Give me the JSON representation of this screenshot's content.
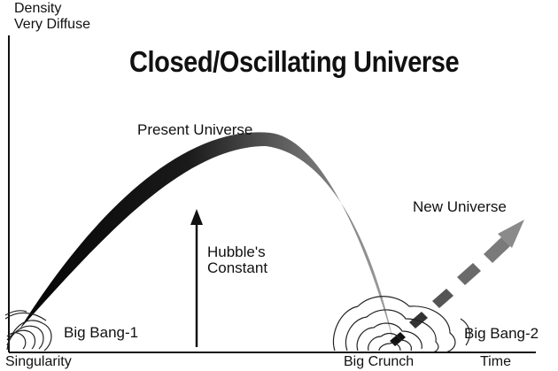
{
  "title": "Closed/Oscillating Universe",
  "axis": {
    "y_label_line1": "Density",
    "y_label_line2": "Very Diffuse",
    "x_label": "Time"
  },
  "labels": {
    "present_universe": "Present Universe",
    "hubbles_constant_line1": "Hubble's",
    "hubbles_constant_line2": "Constant",
    "new_universe": "New Universe",
    "big_bang_1": "Big Bang-1",
    "big_bang_2": "Big Bang-2",
    "singularity": "Singularity",
    "big_crunch": "Big Crunch"
  },
  "colors": {
    "ink": "#111111",
    "band_dark": "#0a0a0a",
    "band_light": "#9a9a9a"
  }
}
